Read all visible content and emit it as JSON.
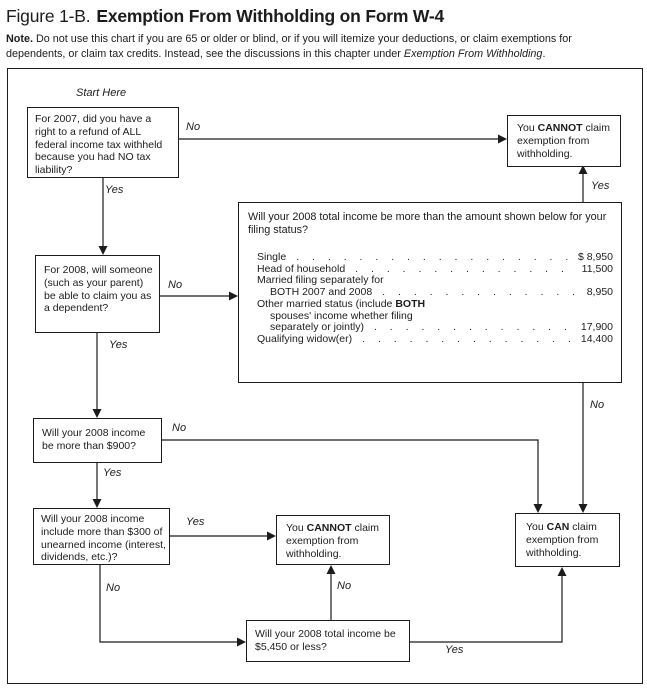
{
  "title": {
    "prefix": "Figure 1-B.",
    "main": "Exemption From Withholding on Form W-4"
  },
  "note": {
    "label": "Note.",
    "text": " Do not use this chart if you are 65 or older or blind, or if you will itemize your deductions, or claim exemptions for dependents, or claim tax credits. Instead, see the discussions in this chapter under ",
    "italic": "Exemption From Withholding",
    "suffix": "."
  },
  "labels": {
    "start_here": "Start Here",
    "yes": "Yes",
    "no": "No"
  },
  "questions": {
    "q1": "For 2007, did you have a right to a refund of ALL federal income tax withheld because you had NO tax liability?",
    "q2": "For 2008, will someone (such as your parent) be able to claim you as a dependent?",
    "q3": "Will your 2008 income be more than $900?",
    "q4": "Will your 2008 income include more than $300 of unearned income (interest, dividends, etc.)?",
    "q5": "Will your 2008 total income be $5,450 or less?"
  },
  "outcomes": {
    "cannot": {
      "pre": "You ",
      "bold": "CANNOT",
      "post": " claim exemption from withholding."
    },
    "can": {
      "pre": "You ",
      "bold": "CAN",
      "post": " claim exemption from withholding."
    }
  },
  "filing": {
    "question": "Will your 2008 total income be more than the amount shown below for your filing status?",
    "rows": [
      {
        "label": "Single",
        "amount": "$ 8,950"
      },
      {
        "label": "Head of household",
        "amount": "11,500"
      },
      {
        "label": "Married filing separately for",
        "amount": ""
      },
      {
        "label": "BOTH 2007 and 2008",
        "amount": "8,950"
      },
      {
        "pre": "Other married status (include ",
        "bold": "BOTH",
        "amount": ""
      },
      {
        "label": "spouses' income whether filing",
        "amount": ""
      },
      {
        "label": "separately or jointly)",
        "amount": "17,900"
      },
      {
        "label": "Qualifying widow(er)",
        "amount": "14,400"
      }
    ]
  }
}
